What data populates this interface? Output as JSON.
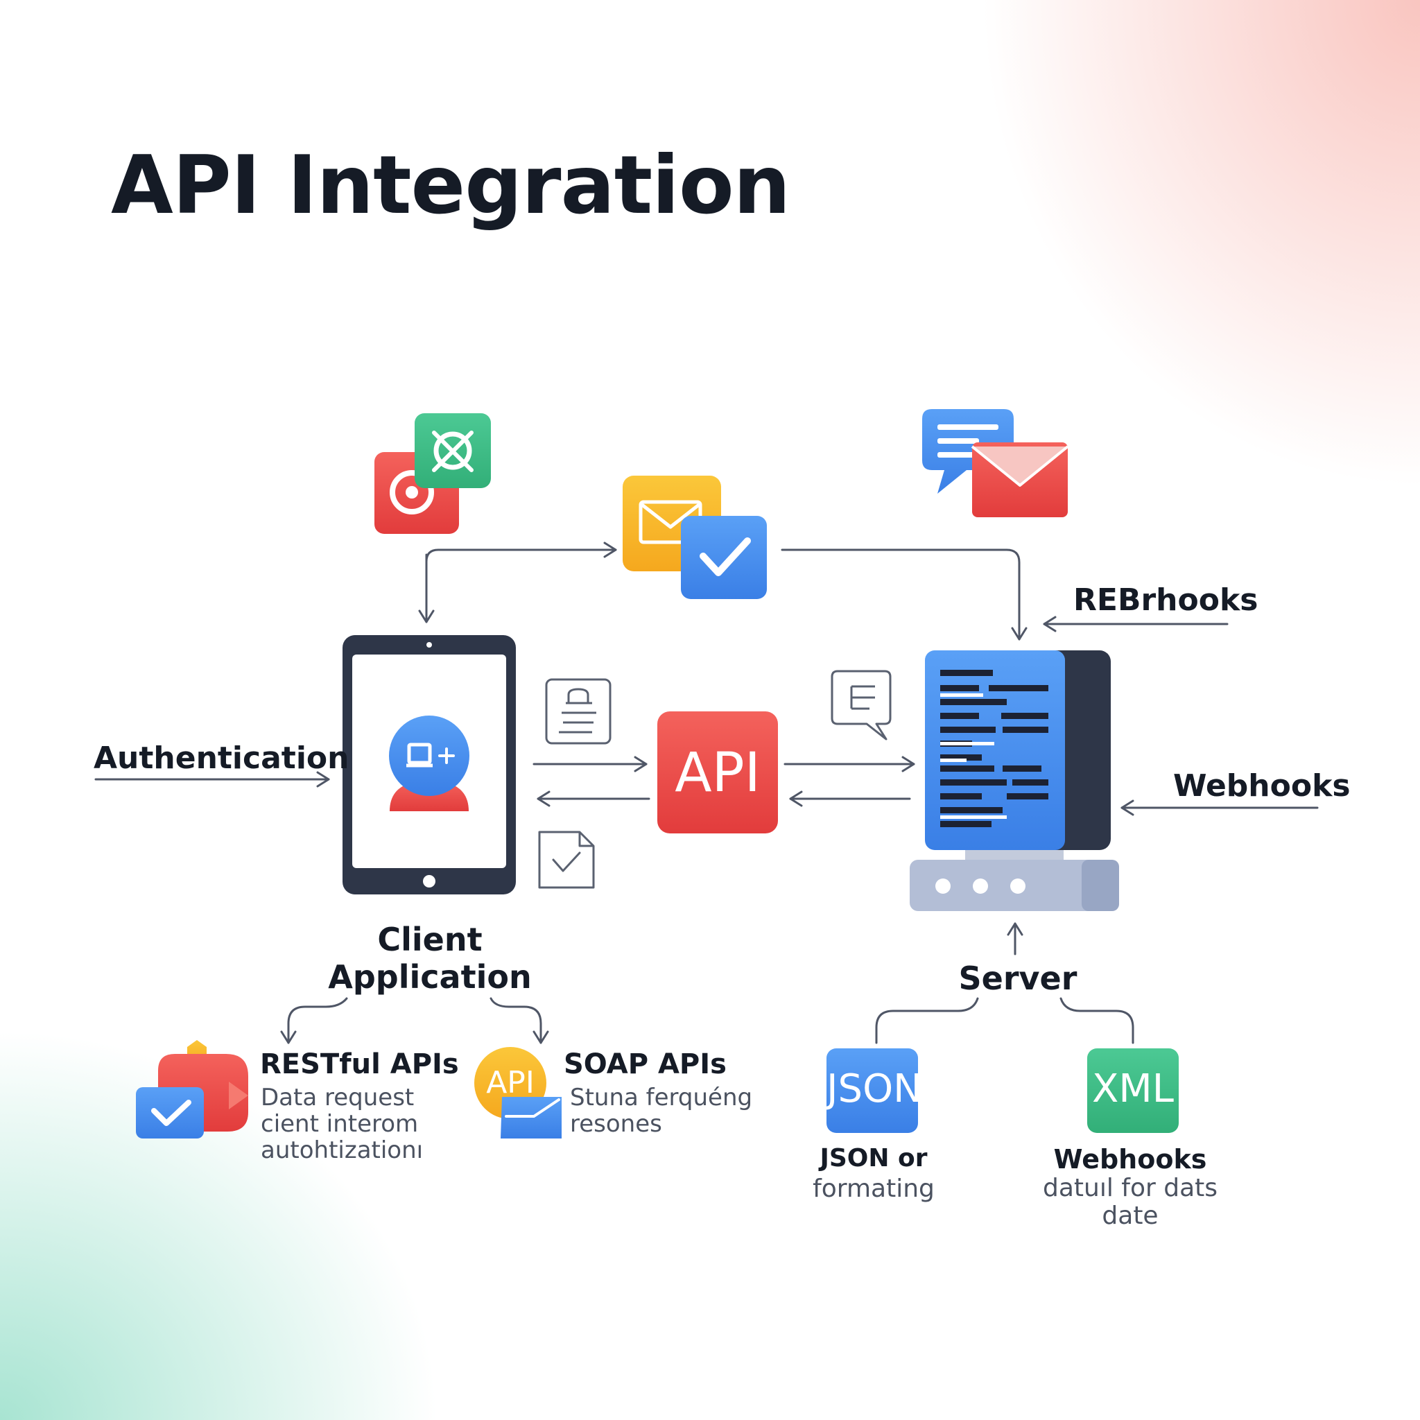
{
  "title": "API Integration",
  "labels": {
    "authentication": "Authentication",
    "rebrhooks": "REBrhooks",
    "webhooks": "Webhooks",
    "client_application": "Client\nApplication",
    "server": "Server"
  },
  "badges": {
    "api": "API",
    "api_small": "API",
    "json": "JSON",
    "xml": "XML"
  },
  "items": {
    "restful": {
      "title": "RESTful APIs",
      "desc": "Data request\ncient interom\nautohtizationı"
    },
    "soap": {
      "title": "SOAP APIs",
      "desc": "Stuna ferquéng\nresones"
    },
    "json": {
      "title": "JSON or",
      "desc": "formating"
    },
    "xml": {
      "title": "Webhooks",
      "desc": "datuıl for dats\ndate"
    }
  },
  "colors": {
    "dark": "#2e3648",
    "blue": "#4a8ff0",
    "red": "#ef4a48",
    "green": "#3dbd85",
    "yellow": "#f7b928",
    "arrow": "#4f5666"
  }
}
